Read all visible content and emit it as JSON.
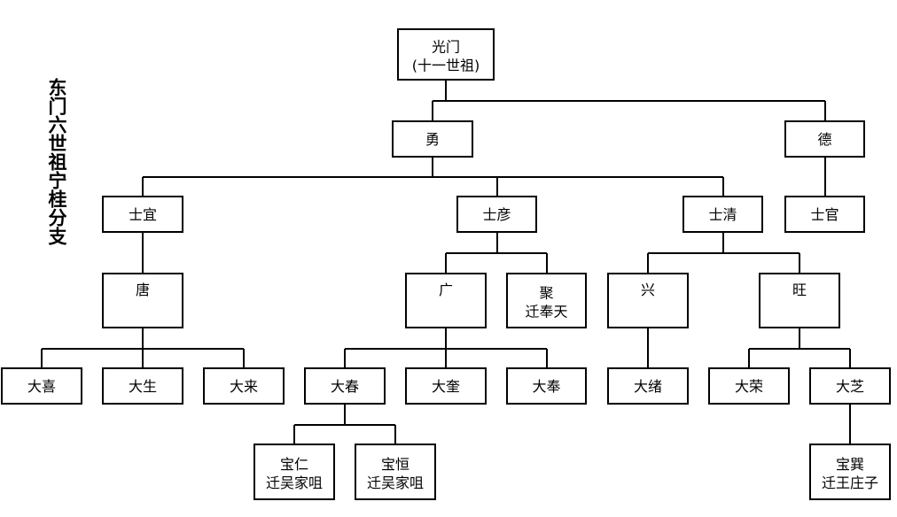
{
  "title": "东门六世祖宁桂分支",
  "nodes": {
    "guangmen": {
      "line1": "光门",
      "line2": "(十一世祖)"
    },
    "yong": {
      "line1": "勇"
    },
    "de": {
      "line1": "德"
    },
    "shiyi": {
      "line1": "士宜"
    },
    "shiyan": {
      "line1": "士彦"
    },
    "shiqing": {
      "line1": "士清"
    },
    "shiguan": {
      "line1": "士官"
    },
    "tang": {
      "line1": "唐"
    },
    "guang": {
      "line1": "广"
    },
    "ju": {
      "line1": "聚",
      "line2": "迁奉天"
    },
    "xing": {
      "line1": "兴"
    },
    "wang": {
      "line1": "旺"
    },
    "daxi": {
      "line1": "大喜"
    },
    "dasheng": {
      "line1": "大生"
    },
    "dalai": {
      "line1": "大来"
    },
    "dachun": {
      "line1": "大春"
    },
    "dakui": {
      "line1": "大奎"
    },
    "dafeng": {
      "line1": "大奉"
    },
    "daxu": {
      "line1": "大绪"
    },
    "darong": {
      "line1": "大荣"
    },
    "dazhi": {
      "line1": "大芝"
    },
    "baoren": {
      "line1": "宝仁",
      "line2": "迁吴家咀"
    },
    "baoheng": {
      "line1": "宝恒",
      "line2": "迁吴家咀"
    },
    "baoxun": {
      "line1": "宝巽",
      "line2": "迁王庄子"
    }
  },
  "tree": {
    "guangmen": [
      "yong"
    ],
    "yong": [
      "shiyi",
      "shiyan",
      "shiqing"
    ],
    "de": [
      "shiguan"
    ],
    "shiyi": [
      "tang"
    ],
    "shiyan": [
      "guang",
      "ju"
    ],
    "shiqing": [
      "xing",
      "wang"
    ],
    "tang": [
      "daxi",
      "dasheng",
      "dalai"
    ],
    "guang": [
      "dachun",
      "dakui",
      "dafeng"
    ],
    "xing": [
      "daxu"
    ],
    "wang": [
      "darong",
      "dazhi"
    ],
    "dachun": [
      "baoren",
      "baoheng"
    ],
    "dazhi": [
      "baoxun"
    ]
  },
  "cross_links": [
    [
      "guangmen",
      "de"
    ]
  ]
}
